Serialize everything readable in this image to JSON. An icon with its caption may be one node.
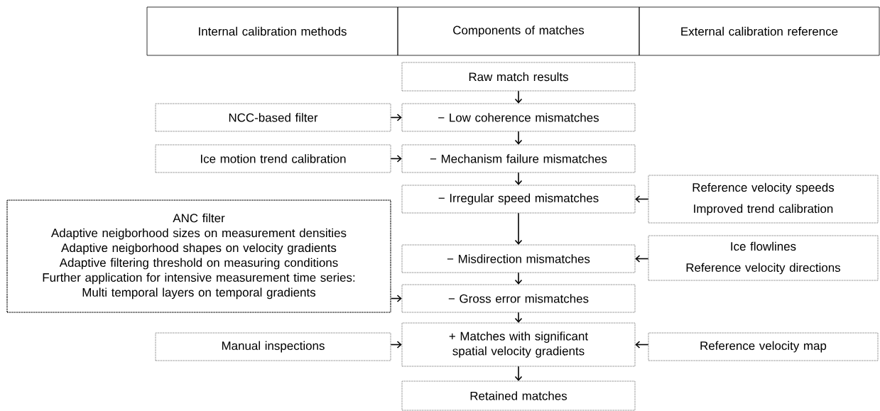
{
  "diagram": {
    "nodes": [
      {
        "text": [
          "Internal calibration methods"
        ]
      },
      {
        "text": [
          "Components of matches"
        ]
      },
      {
        "text": [
          "External calibration reference"
        ]
      },
      {
        "text": [
          "Raw match results"
        ]
      },
      {
        "text": [
          "NCC-based filter"
        ]
      },
      {
        "text": [
          "− Low coherence mismatches"
        ]
      },
      {
        "text": [
          "Ice motion trend calibration"
        ]
      },
      {
        "text": [
          "− Mechanism failure mismatches"
        ]
      },
      {
        "text": [
          "− Irregular speed mismatches"
        ]
      },
      {
        "text": [
          "Reference velocity speeds",
          "Improved trend calibration"
        ]
      },
      {
        "text": [
          "ANC filter",
          "Adaptive neigborhood sizes on measurement densities",
          "Adaptive neigborhood shapes on velocity gradients",
          "Adaptive filtering threshold on measuring conditions",
          "Further application for intensive measurement time series:",
          "Multi temporal layers on temporal gradients"
        ]
      },
      {
        "text": [
          "− Misdirection mismatches"
        ]
      },
      {
        "text": [
          "Ice flowlines",
          "Reference velocity directions"
        ]
      },
      {
        "text": [
          "− Gross error mismatches"
        ]
      },
      {
        "text": [
          "Manual inspections"
        ]
      },
      {
        "text": [
          "+ Matches with significant spatial velocity gradients"
        ]
      },
      {
        "text": [
          "Reference velocity map"
        ]
      },
      {
        "text": [
          "Retained matches"
        ]
      }
    ],
    "edges": [
      {
        "from": 3,
        "to": 5,
        "arrow": "to"
      },
      {
        "from": 4,
        "to": 5,
        "arrow": "to"
      },
      {
        "from": 5,
        "to": 7,
        "arrow": "to"
      },
      {
        "from": 6,
        "to": 7,
        "arrow": "to"
      },
      {
        "from": 7,
        "to": 8,
        "arrow": "to"
      },
      {
        "from": 9,
        "to": 8,
        "arrow": "to"
      },
      {
        "from": 8,
        "to": 11,
        "arrow": "to"
      },
      {
        "from": 12,
        "to": 11,
        "arrow": "to"
      },
      {
        "from": 11,
        "to": 13,
        "arrow": "to"
      },
      {
        "from": 10,
        "to": 13,
        "arrow": "to"
      },
      {
        "from": 13,
        "to": 15,
        "arrow": "to"
      },
      {
        "from": 14,
        "to": 15,
        "arrow": "to"
      },
      {
        "from": 16,
        "to": 15,
        "arrow": "to"
      },
      {
        "from": 15,
        "to": 17,
        "arrow": "to"
      }
    ]
  }
}
